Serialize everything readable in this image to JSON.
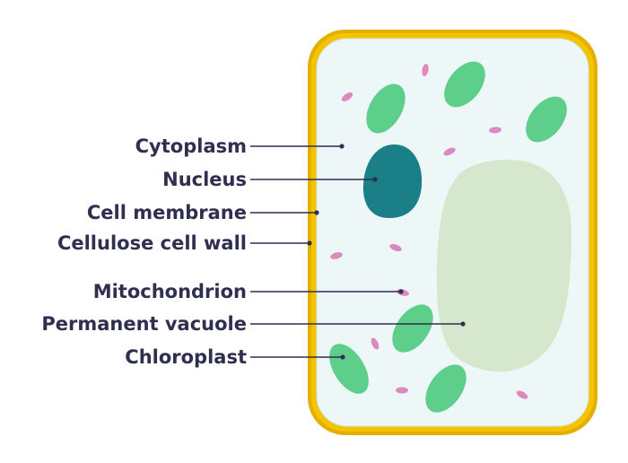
{
  "labels": {
    "cytoplasm": "Cytoplasm",
    "nucleus": "Nucleus",
    "cell_membrane": "Cell membrane",
    "cellulose_cell_wall": "Cellulose cell wall",
    "mitochondrion": "Mitochondrion",
    "permanent_vacuole": "Permanent vacuole",
    "chloroplast": "Chloroplast"
  },
  "colors": {
    "cell_wall": "#e2b100",
    "cell_wall_inner": "#f5c400",
    "cytoplasm": "#eef7f8",
    "nucleus": "#1a7f86",
    "vacuole": "#d5e8cd",
    "chloroplast": "#5dcf8b",
    "mitochondrion": "#de88c0",
    "label_text": "#2f2f4f",
    "leader_line": "#2f2f4f"
  }
}
